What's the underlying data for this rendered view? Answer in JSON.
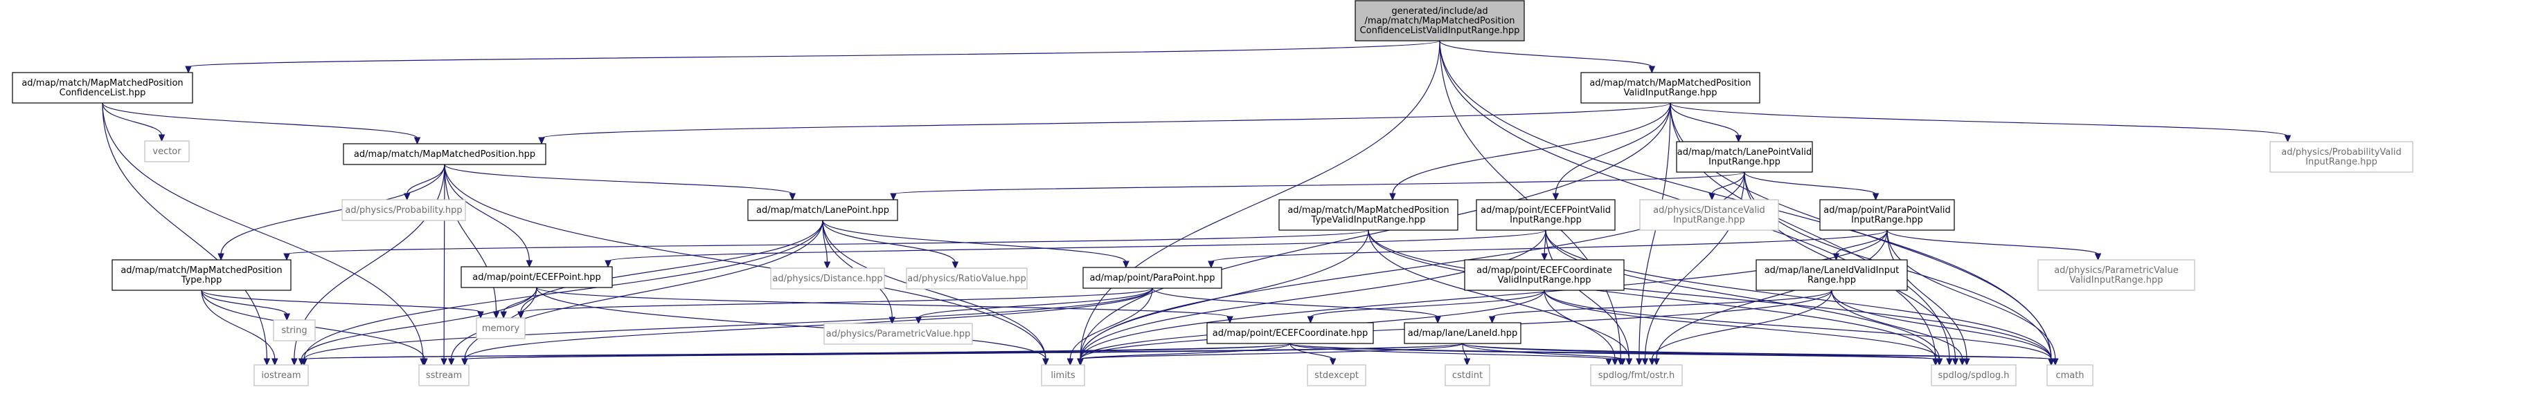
{
  "nodes": [
    {
      "key": "root",
      "lines": [
        "generated/include/ad",
        "/map/match/MapMatchedPosition",
        "ConfidenceListValidInputRange.hpp"
      ],
      "kind": "root"
    },
    {
      "key": "mmpcl",
      "lines": [
        "ad/map/match/MapMatchedPosition",
        "ConfidenceList.hpp"
      ],
      "kind": "header"
    },
    {
      "key": "mmpvir",
      "lines": [
        "ad/map/match/MapMatchedPosition",
        "ValidInputRange.hpp"
      ],
      "kind": "header"
    },
    {
      "key": "vector",
      "lines": [
        "vector"
      ],
      "kind": "sys"
    },
    {
      "key": "mmp",
      "lines": [
        "ad/map/match/MapMatchedPosition.hpp"
      ],
      "kind": "header"
    },
    {
      "key": "lpvir",
      "lines": [
        "ad/map/match/LanePointValid",
        "InputRange.hpp"
      ],
      "kind": "header"
    },
    {
      "key": "probvir",
      "lines": [
        "ad/physics/ProbabilityValid",
        "InputRange.hpp"
      ],
      "kind": "sys"
    },
    {
      "key": "prob",
      "lines": [
        "ad/physics/Probability.hpp"
      ],
      "kind": "sys"
    },
    {
      "key": "lanepoint",
      "lines": [
        "ad/map/match/LanePoint.hpp"
      ],
      "kind": "header"
    },
    {
      "key": "mmptvir",
      "lines": [
        "ad/map/match/MapMatchedPosition",
        "TypeValidInputRange.hpp"
      ],
      "kind": "header"
    },
    {
      "key": "ecefpvir",
      "lines": [
        "ad/map/point/ECEFPointValid",
        "InputRange.hpp"
      ],
      "kind": "header"
    },
    {
      "key": "distvir",
      "lines": [
        "ad/physics/DistanceValid",
        "InputRange.hpp"
      ],
      "kind": "sys"
    },
    {
      "key": "parapvir",
      "lines": [
        "ad/map/point/ParaPointValid",
        "InputRange.hpp"
      ],
      "kind": "header"
    },
    {
      "key": "mmpt",
      "lines": [
        "ad/map/match/MapMatchedPosition",
        "Type.hpp"
      ],
      "kind": "header"
    },
    {
      "key": "ecefpoint",
      "lines": [
        "ad/map/point/ECEFPoint.hpp"
      ],
      "kind": "header"
    },
    {
      "key": "distance",
      "lines": [
        "ad/physics/Distance.hpp"
      ],
      "kind": "sys"
    },
    {
      "key": "ratio",
      "lines": [
        "ad/physics/RatioValue.hpp"
      ],
      "kind": "sys"
    },
    {
      "key": "parapoint",
      "lines": [
        "ad/map/point/ParaPoint.hpp"
      ],
      "kind": "header"
    },
    {
      "key": "ecefcvir",
      "lines": [
        "ad/map/point/ECEFCoordinate",
        "ValidInputRange.hpp"
      ],
      "kind": "header"
    },
    {
      "key": "laneidvir",
      "lines": [
        "ad/map/lane/LaneIdValidInput",
        "Range.hpp"
      ],
      "kind": "header"
    },
    {
      "key": "paramvir",
      "lines": [
        "ad/physics/ParametricValue",
        "ValidInputRange.hpp"
      ],
      "kind": "sys"
    },
    {
      "key": "string",
      "lines": [
        "string"
      ],
      "kind": "sys"
    },
    {
      "key": "memory",
      "lines": [
        "memory"
      ],
      "kind": "sys"
    },
    {
      "key": "paramvalue",
      "lines": [
        "ad/physics/ParametricValue.hpp"
      ],
      "kind": "sys"
    },
    {
      "key": "ecefcoord",
      "lines": [
        "ad/map/point/ECEFCoordinate.hpp"
      ],
      "kind": "header"
    },
    {
      "key": "laneid",
      "lines": [
        "ad/map/lane/LaneId.hpp"
      ],
      "kind": "header"
    },
    {
      "key": "iostream",
      "lines": [
        "iostream"
      ],
      "kind": "sys"
    },
    {
      "key": "sstream",
      "lines": [
        "sstream"
      ],
      "kind": "sys"
    },
    {
      "key": "limits",
      "lines": [
        "limits"
      ],
      "kind": "sys"
    },
    {
      "key": "stdexcept",
      "lines": [
        "stdexcept"
      ],
      "kind": "sys"
    },
    {
      "key": "cstdint",
      "lines": [
        "cstdint"
      ],
      "kind": "sys"
    },
    {
      "key": "ostr",
      "lines": [
        "spdlog/fmt/ostr.h"
      ],
      "kind": "sys"
    },
    {
      "key": "spdlog",
      "lines": [
        "spdlog/spdlog.h"
      ],
      "kind": "sys"
    },
    {
      "key": "cmath",
      "lines": [
        "cmath"
      ],
      "kind": "sys"
    }
  ],
  "edges": [
    [
      "root",
      "mmpcl"
    ],
    [
      "root",
      "mmpvir"
    ],
    [
      "root",
      "limits"
    ],
    [
      "root",
      "ostr"
    ],
    [
      "root",
      "spdlog"
    ],
    [
      "root",
      "cmath"
    ],
    [
      "mmpcl",
      "vector"
    ],
    [
      "mmpcl",
      "mmp"
    ],
    [
      "mmpcl",
      "iostream"
    ],
    [
      "mmpcl",
      "sstream"
    ],
    [
      "mmpvir",
      "mmp"
    ],
    [
      "mmpvir",
      "lpvir"
    ],
    [
      "mmpvir",
      "probvir"
    ],
    [
      "mmpvir",
      "mmptvir"
    ],
    [
      "mmpvir",
      "ecefpvir"
    ],
    [
      "mmpvir",
      "limits"
    ],
    [
      "mmpvir",
      "ostr"
    ],
    [
      "mmpvir",
      "spdlog"
    ],
    [
      "mmpvir",
      "cmath"
    ],
    [
      "mmp",
      "prob"
    ],
    [
      "mmp",
      "lanepoint"
    ],
    [
      "mmp",
      "mmpt"
    ],
    [
      "mmp",
      "ecefpoint"
    ],
    [
      "mmp",
      "iostream"
    ],
    [
      "mmp",
      "memory"
    ],
    [
      "mmp",
      "sstream"
    ],
    [
      "mmp",
      "limits"
    ],
    [
      "lpvir",
      "lanepoint"
    ],
    [
      "lpvir",
      "distvir"
    ],
    [
      "lpvir",
      "parapvir"
    ],
    [
      "lpvir",
      "limits"
    ],
    [
      "lpvir",
      "ostr"
    ],
    [
      "lpvir",
      "spdlog"
    ],
    [
      "lpvir",
      "cmath"
    ],
    [
      "lanepoint",
      "distance"
    ],
    [
      "lanepoint",
      "ratio"
    ],
    [
      "lanepoint",
      "parapoint"
    ],
    [
      "lanepoint",
      "paramvalue"
    ],
    [
      "lanepoint",
      "iostream"
    ],
    [
      "lanepoint",
      "memory"
    ],
    [
      "lanepoint",
      "sstream"
    ],
    [
      "lanepoint",
      "limits"
    ],
    [
      "mmptvir",
      "mmpt"
    ],
    [
      "mmptvir",
      "limits"
    ],
    [
      "mmptvir",
      "ostr"
    ],
    [
      "mmptvir",
      "spdlog"
    ],
    [
      "mmptvir",
      "cmath"
    ],
    [
      "ecefpvir",
      "ecefpoint"
    ],
    [
      "ecefpvir",
      "ecefcvir"
    ],
    [
      "ecefpvir",
      "limits"
    ],
    [
      "ecefpvir",
      "ostr"
    ],
    [
      "ecefpvir",
      "spdlog"
    ],
    [
      "ecefpvir",
      "cmath"
    ],
    [
      "parapvir",
      "parapoint"
    ],
    [
      "parapvir",
      "laneidvir"
    ],
    [
      "parapvir",
      "paramvir"
    ],
    [
      "parapvir",
      "limits"
    ],
    [
      "parapvir",
      "ostr"
    ],
    [
      "parapvir",
      "spdlog"
    ],
    [
      "parapvir",
      "cmath"
    ],
    [
      "mmpt",
      "string"
    ],
    [
      "mmpt",
      "iostream"
    ],
    [
      "mmpt",
      "memory"
    ],
    [
      "mmpt",
      "sstream"
    ],
    [
      "ecefpoint",
      "ecefcoord"
    ],
    [
      "ecefpoint",
      "iostream"
    ],
    [
      "ecefpoint",
      "memory"
    ],
    [
      "ecefpoint",
      "sstream"
    ],
    [
      "ecefpoint",
      "limits"
    ],
    [
      "parapoint",
      "laneid"
    ],
    [
      "parapoint",
      "paramvalue"
    ],
    [
      "parapoint",
      "iostream"
    ],
    [
      "parapoint",
      "memory"
    ],
    [
      "parapoint",
      "sstream"
    ],
    [
      "parapoint",
      "limits"
    ],
    [
      "ecefcvir",
      "ecefcoord"
    ],
    [
      "ecefcvir",
      "limits"
    ],
    [
      "ecefcvir",
      "ostr"
    ],
    [
      "ecefcvir",
      "spdlog"
    ],
    [
      "ecefcvir",
      "cmath"
    ],
    [
      "laneidvir",
      "laneid"
    ],
    [
      "laneidvir",
      "limits"
    ],
    [
      "laneidvir",
      "ostr"
    ],
    [
      "laneidvir",
      "spdlog"
    ],
    [
      "laneidvir",
      "cmath"
    ],
    [
      "ecefcoord",
      "iostream"
    ],
    [
      "ecefcoord",
      "sstream"
    ],
    [
      "ecefcoord",
      "stdexcept"
    ],
    [
      "ecefcoord",
      "limits"
    ],
    [
      "ecefcoord",
      "ostr"
    ],
    [
      "ecefcoord",
      "spdlog"
    ],
    [
      "ecefcoord",
      "cmath"
    ],
    [
      "laneid",
      "cstdint"
    ],
    [
      "laneid",
      "iostream"
    ],
    [
      "laneid",
      "sstream"
    ],
    [
      "laneid",
      "limits"
    ],
    [
      "laneid",
      "ostr"
    ],
    [
      "laneid",
      "spdlog"
    ],
    [
      "laneid",
      "cmath"
    ]
  ],
  "colors": {
    "edge": "#191970",
    "root_fill": "#bfbfbf",
    "node_border": "#000000",
    "system_border": "#bfbfbf",
    "system_text": "#6d6d6d"
  }
}
